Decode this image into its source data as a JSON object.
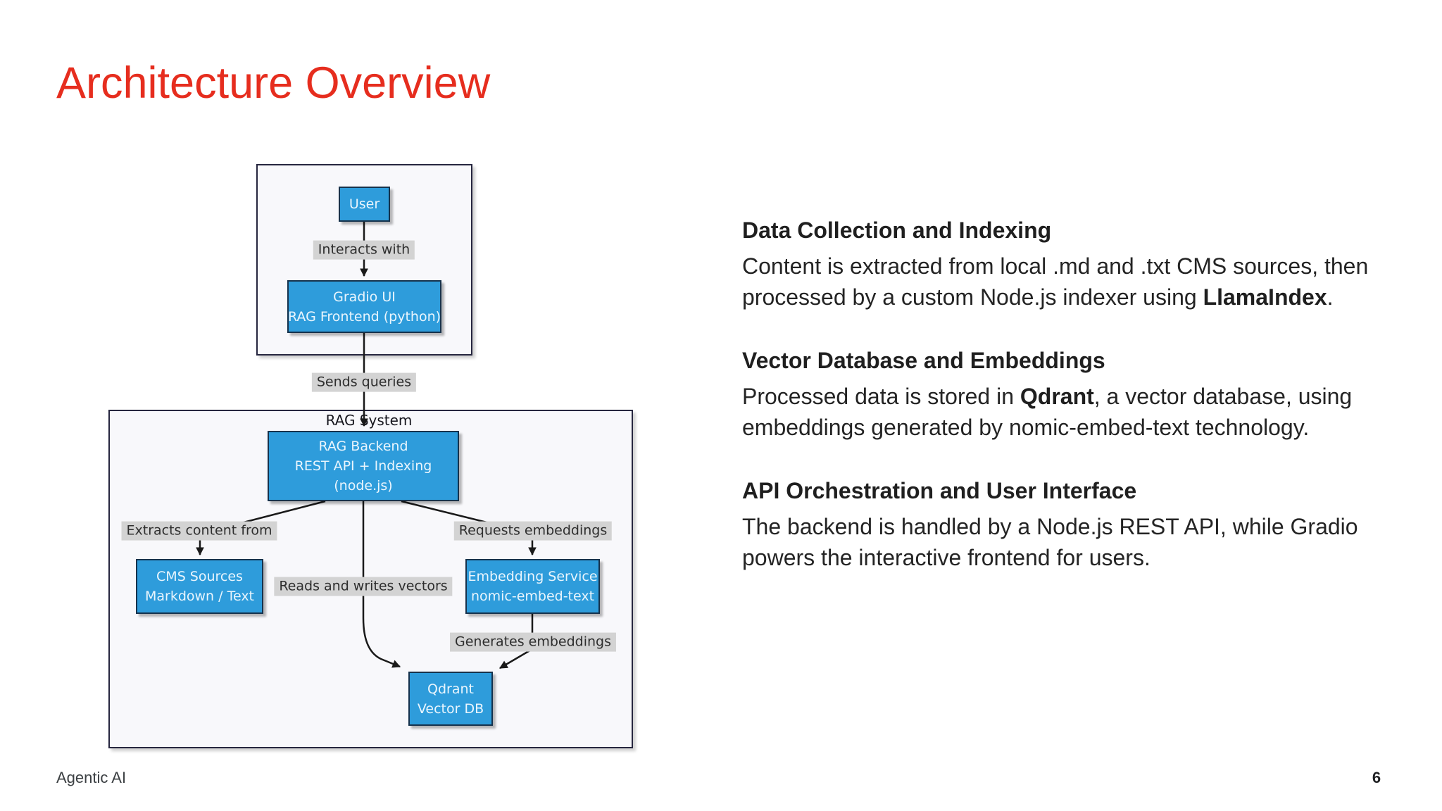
{
  "slide": {
    "title": "Architecture Overview",
    "footer_left": "Agentic AI",
    "page_number": "6"
  },
  "colors": {
    "title_red": "#e62d1e",
    "node_blue": "#2e9cdb",
    "node_border": "#16324c",
    "cluster_border": "#26263f",
    "edge_label_bg": "#d3d3d3",
    "edge_color": "#1a1a1a"
  },
  "diagram": {
    "cluster_label": "RAG System",
    "nodes": {
      "user": {
        "line1": "User"
      },
      "gradio_ui": {
        "line1": "Gradio UI",
        "line2": "RAG Frontend (python)"
      },
      "rag_backend": {
        "line1": "RAG Backend",
        "line2": "REST API + Indexing",
        "line3": "(node.js)"
      },
      "cms_sources": {
        "line1": "CMS Sources",
        "line2": "Markdown / Text"
      },
      "embedding_service": {
        "line1": "Embedding Service",
        "line2": "nomic-embed-text"
      },
      "qdrant": {
        "line1": "Qdrant",
        "line2": "Vector DB"
      }
    },
    "edge_labels": {
      "interacts": "Interacts with",
      "sends": "Sends queries",
      "extracts": "Extracts content from",
      "reads": "Reads and writes vectors",
      "requests": "Requests embeddings",
      "generates": "Generates embeddings"
    }
  },
  "sections": [
    {
      "heading": "Data Collection and Indexing",
      "line1": "Content is extracted from local .md and .txt CMS sources, then",
      "line2_pre": "processed by a custom Node.js indexer using ",
      "line2_bold": "LlamaIndex",
      "line2_post": "."
    },
    {
      "heading": "Vector Database and Embeddings",
      "line1_pre": "Processed data is stored in ",
      "line1_bold": "Qdrant",
      "line1_post": ", a vector database, using",
      "line2": "embeddings generated by nomic-embed-text technology."
    },
    {
      "heading": "API Orchestration and User Interface",
      "line1": "The backend is handled by a Node.js REST API, while Gradio",
      "line2": "powers the interactive frontend for users."
    }
  ]
}
